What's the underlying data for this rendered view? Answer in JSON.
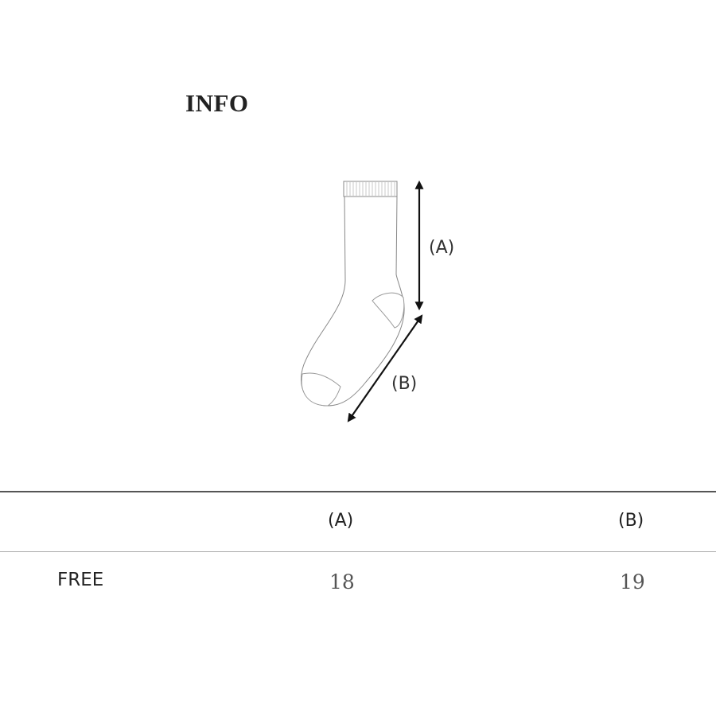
{
  "heading": "INFO",
  "diagram": {
    "label_a": "(A)",
    "label_b": "(B)"
  },
  "table": {
    "headers": [
      "",
      "(A)",
      "(B)"
    ],
    "rows": [
      {
        "size": "FREE",
        "a": "18",
        "b": "19"
      }
    ]
  },
  "colors": {
    "text": "#222222",
    "value_text": "#555555",
    "rule": "#555555",
    "divider": "#aaaaaa"
  }
}
